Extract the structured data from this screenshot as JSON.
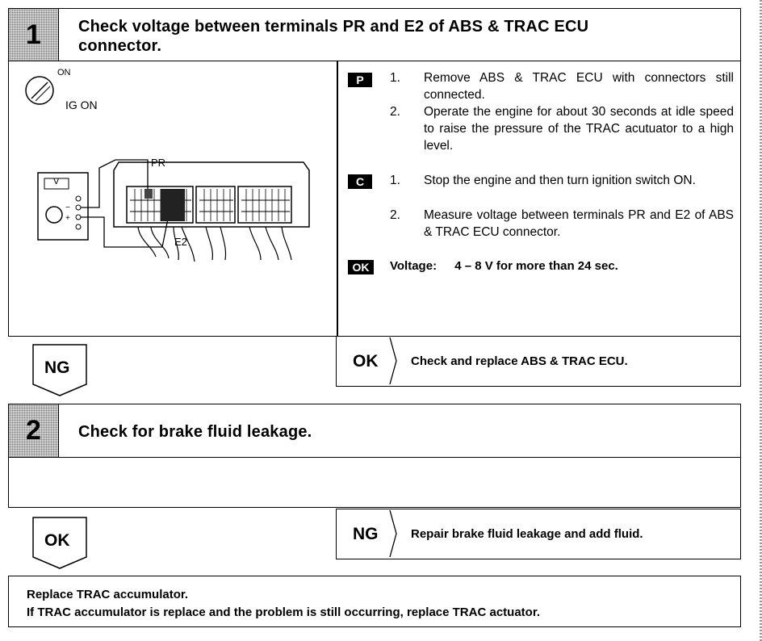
{
  "step1": {
    "number": "1",
    "title_line1": "Check voltage between terminals PR and E2 of ABS & TRAC ECU",
    "title_line2": "connector.",
    "diagram": {
      "switch_on": "ON",
      "switch_ig_on": "IG ON",
      "meter_label": "V",
      "terminal_pr": "PR",
      "terminal_e2": "E2"
    },
    "prep_badge": "P",
    "prep_items": [
      {
        "num": "1.",
        "text": "Remove ABS & TRAC ECU with connectors still connected."
      },
      {
        "num": "2.",
        "text": "Operate the engine for about 30 seconds at idle speed to raise the pressure of the TRAC acutuator to a high level."
      }
    ],
    "check_badge": "C",
    "check_items": [
      {
        "num": "1.",
        "text": "Stop the engine and then turn ignition switch ON."
      },
      {
        "num": "2.",
        "text": "Measure voltage between terminals PR and E2 of ABS & TRAC ECU connector."
      }
    ],
    "ok_badge": "OK",
    "ok_label": "Voltage:",
    "ok_value": "4 – 8 V for more than 24 sec."
  },
  "branch1": {
    "ng_label": "NG",
    "ok_label": "OK",
    "ok_action": "Check and replace ABS & TRAC ECU."
  },
  "step2": {
    "number": "2",
    "title": "Check for brake fluid leakage."
  },
  "branch2": {
    "ok_label": "OK",
    "ng_label": "NG",
    "ng_action": "Repair brake fluid leakage and add fluid."
  },
  "final": {
    "line1": "Replace TRAC accumulator.",
    "line2": "If TRAC accumulator is replace and the problem is still occurring, replace TRAC actuator."
  }
}
